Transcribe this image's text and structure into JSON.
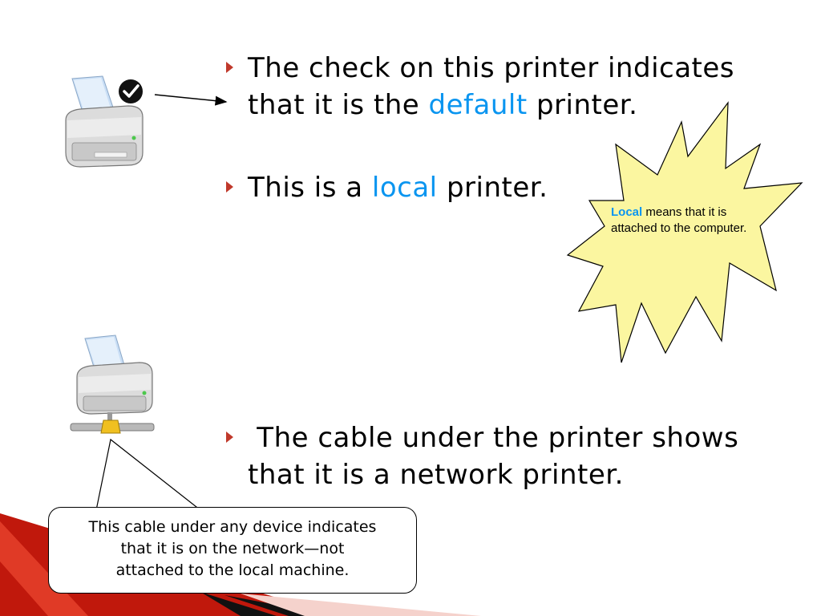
{
  "bullets": [
    {
      "line1": "The check on this printer indicates",
      "line2_pre": "that it is the ",
      "line2_highlight": "default",
      "line2_post": " printer."
    },
    {
      "pre": "This is a ",
      "highlight": "local",
      "post": " printer."
    },
    {
      "line1": " The cable under the printer shows",
      "line2": "that it is a network printer."
    }
  ],
  "starburst": {
    "highlight": "Local",
    "rest": " means that it is attached to the computer."
  },
  "callout": {
    "line1": "This cable under any device indicates",
    "line2": "that it is on the network—not",
    "line3": "attached to the local machine."
  },
  "colors": {
    "highlight": "#0a95f0",
    "bullet_arrow": "#c0392b",
    "starburst_fill": "#fbf6a0",
    "corner_red": "#c0180c"
  },
  "icons": {
    "printer1": "default-printer-icon",
    "printer2": "network-printer-icon"
  }
}
